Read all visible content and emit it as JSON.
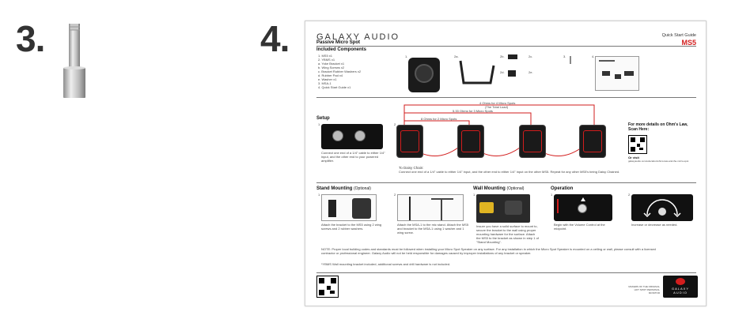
{
  "step3": {
    "number": "3."
  },
  "step4": {
    "number": "4."
  },
  "doc": {
    "brand": "GALAXY AUDIO",
    "product": "Passive Micro Spot",
    "guide_title": "Quick Start Guide",
    "model": "MS5",
    "included": {
      "title": "Included Components",
      "items": [
        "1.  MS5 x1",
        "2.  YBMS x1",
        "   a. Yoke Bracket x1",
        "   b. Wing Screws x2",
        "   c. Bracket Rubber Washers x2",
        "   d. Rubber Pad x4",
        "   e. Washer x1",
        "3.  MSA-1",
        "4.  Quick Start Guide x1"
      ]
    },
    "component_labels": [
      "1.",
      "2a.",
      "2b.",
      "2c.",
      "2d.",
      "2e.",
      "3.",
      "4."
    ],
    "setup": {
      "title": "Setup",
      "step1_num": "1",
      "step1_text": "Connect one end of a 1/4\" cable to either 1/4\" input, and the other end to your powered amplifier.",
      "step2_num": "2",
      "ohm_labels": [
        "4 Ohms for 4 Micro Spots",
        "(The Total Load)",
        "5.33 Ohms for 3 Micro Spots",
        "8 Ohms for 2 Micro Spots"
      ],
      "daisy_title": "To Daisy Chain:",
      "daisy_text": "Connect one end of a 1/4\" cable to either 1/4\" input, and the other end to either 1/4\" input on the other MS5. Repeat for any other MS5's being Daisy Chained.",
      "details_title": "For more details on Ohm's Law, Scan Here:",
      "details_visit": "Or visit",
      "details_url": "galaxyaudio.com/education/ohms-law-and-the-micro-spot"
    },
    "stand": {
      "title": "Stand Mounting",
      "optional": "(Optional)",
      "step1_num": "1",
      "step1_text": "Attach the bracket to the MS5 using 2 wing screws and 2 rubber washers.",
      "step2_num": "2",
      "step2_text": "Attach the MSA-1 to the mic stand. Attach the MS5 and bracket to the MSA-1 using 1 washer and 1 wing screw."
    },
    "wall": {
      "title": "Wall Mounting",
      "optional": "(Optional)",
      "step1_num": "1",
      "step1_text": "Insure you have a solid surface to mount to, secure the bracket to the wall using proper mounting hardware for the surface. Attach the MS5 to the bracket as shown in step 1 of \"Stand Mounting\"."
    },
    "operation": {
      "title": "Operation",
      "step1_num": "1",
      "step1_text": "Begin with the Volume Control at the midpoint.",
      "step2_num": "2",
      "step2_text": "Increase or decrease as needed."
    },
    "note": "NOTE: Proper local building codes and standards must be followed when installing your Micro Spot Speaker on any surface. For any installation in which the Micro Spot Speaker is mounted on a ceiling or wall, please consult with a licensed contractor or professional engineer. Galaxy Audio will not be held responsible for damages caused by improper installations of any bracket or speaker.",
    "footnote": "*YBMS Wall mounting bracket included, additional screws and drill hardware is not included.",
    "footer_tag1": "MAKERS OF THE ORIGINAL",
    "footer_tag2": "HOT SPOT PERSONAL MONITOR",
    "logo_text1": "GALAXY",
    "logo_text2": "AUDIO",
    "colors": {
      "accent": "#d21d1d",
      "panel": "#111111"
    }
  }
}
